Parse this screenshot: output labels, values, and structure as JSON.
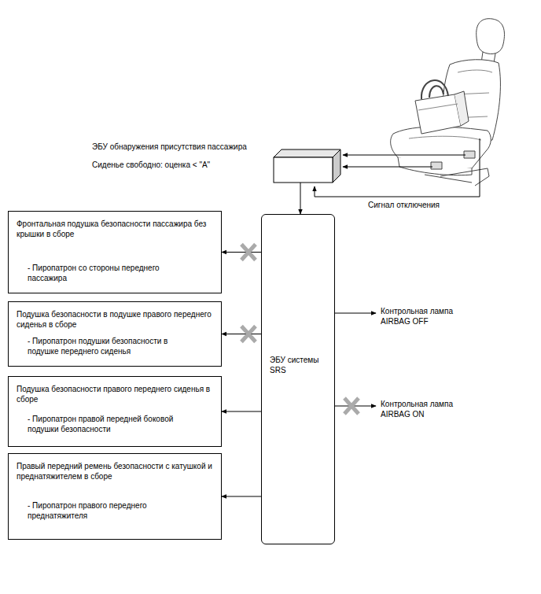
{
  "diagram": {
    "nodes": [
      {
        "text": [
          "ЭБУ обнаружения присутствия пассажира",
          "Сиденье свободно: оценка < \"A\""
        ]
      },
      {
        "text": [
          "Фронтальная подушка безопасности пассажира без крышки в сборе",
          "- Пиропатрон со стороны переднего пассажира"
        ]
      },
      {
        "text": [
          "Подушка безопасности в подушке правого переднего сиденья в сборе",
          "- Пиропатрон подушки безопасности в подушке переднего сиденья"
        ]
      },
      {
        "text": [
          "Подушка безопасности правого переднего сиденья в сборе",
          "- Пиропатрон правой передней боковой подушки безопасности"
        ]
      },
      {
        "text": [
          "Правый передний ремень безопасности с катушкой и преднатяжителем в сборе",
          "- Пиропатрон правого переднего преднатяжителя"
        ]
      },
      {
        "text": [
          "ЭБУ системы SRS"
        ]
      }
    ],
    "edges": [
      {
        "from": 0,
        "to": 5,
        "arrow": "to"
      },
      {
        "from": 5,
        "to": 1,
        "arrow": "to"
      },
      {
        "from": 5,
        "to": 2,
        "arrow": "to"
      },
      {
        "from": 5,
        "to": 3,
        "arrow": "to"
      },
      {
        "from": 5,
        "to": 4,
        "arrow": "to"
      }
    ],
    "labels": [
      "Сигнал отключения",
      "Контрольная лампа AIRBAG OFF",
      "Контрольная лампа AIRBAG ON"
    ]
  }
}
